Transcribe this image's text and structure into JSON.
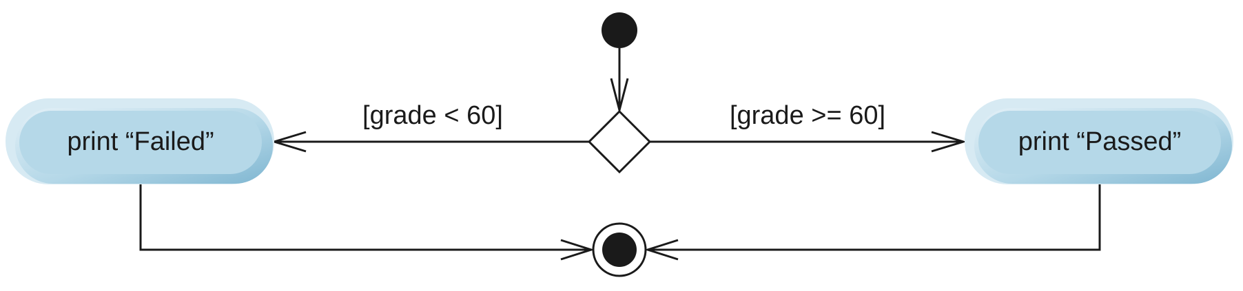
{
  "diagram": {
    "action_failed": "print “Failed”",
    "action_passed": "print “Passed”",
    "guard_fail": "[grade < 60]",
    "guard_pass": "[grade >= 60]"
  },
  "colors": {
    "action_fill": "#b5d8e8",
    "action_border": "#7fb6d1",
    "action_outer_light": "#d7eaf3",
    "line": "#1a1a1a"
  }
}
